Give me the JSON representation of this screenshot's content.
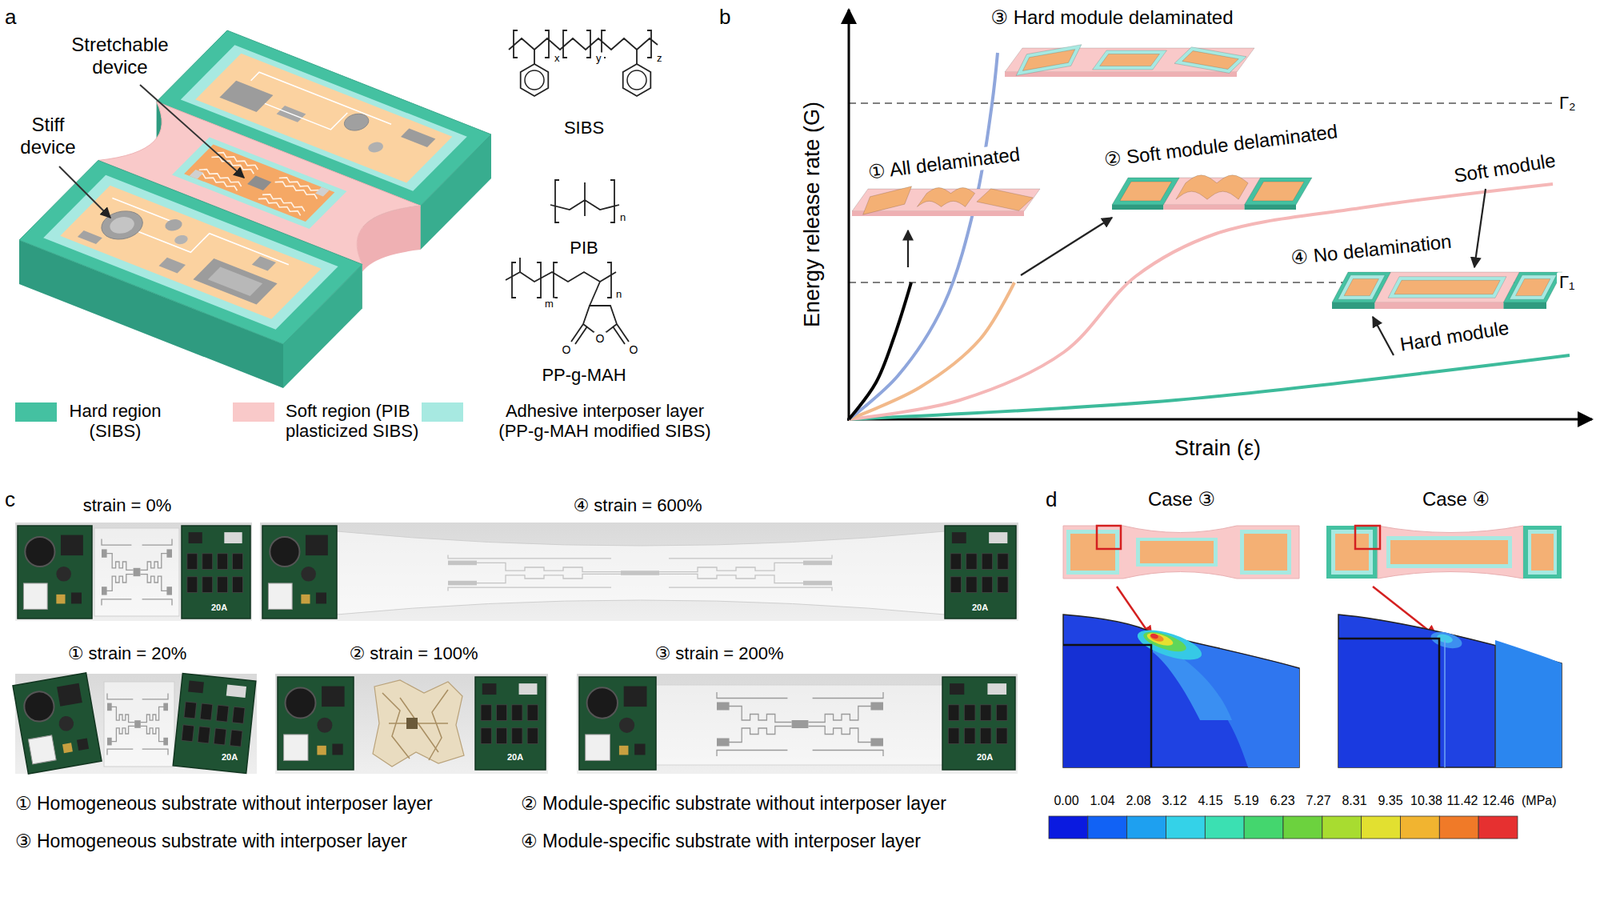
{
  "diagram": {
    "nodes": [
      {
        "text": [
          "strain = 0%"
        ]
      },
      {
        "text": [
          "④ strain = 600%"
        ]
      },
      {
        "text": [
          "① strain = 20%"
        ]
      },
      {
        "text": [
          "② strain = 100%"
        ]
      },
      {
        "text": [
          "③ strain = 200%"
        ]
      },
      {
        "text": [
          "Case ③"
        ]
      },
      {
        "text": [
          "Case ④"
        ]
      }
    ],
    "labels": [
      "a",
      "Stretchable device",
      "Stiff device",
      "SIBS",
      "PIB",
      "PP-g-MAH",
      "x",
      "y",
      "z",
      "n",
      "m",
      "n",
      "O",
      "O",
      "O",
      "b",
      "Energy release rate (G)",
      "Strain (ε)",
      "③ Hard module delaminated",
      "① All delaminated",
      "② Soft module delaminated",
      "Soft module",
      "④ No delamination",
      "Hard module",
      "Γ₂",
      "Γ₁",
      "c",
      "① Homogeneous substrate without interposer layer",
      "② Module-specific substrate without interposer layer",
      "③ Homogeneous substrate with interposer layer",
      "④ Module-specific substrate with interposer layer",
      "d",
      "0.00",
      "1.04",
      "2.08",
      "3.12",
      "4.15",
      "5.19",
      "6.23",
      "7.27",
      "8.31",
      "9.35",
      "10.38",
      "11.42",
      "12.46",
      "(MPa)",
      "20A",
      "20A",
      "20A",
      "20A",
      "20A"
    ],
    "legend": [
      {
        "text": "Hard region (SIBS)",
        "color": "#44c1a1"
      },
      {
        "text": "Soft region (PIB plasticized SIBS)",
        "color": "#f9c9c9"
      },
      {
        "text": "Adhesive interposer layer (PP-g-MAH modified SIBS)",
        "color": "#a7e9e1"
      }
    ]
  }
}
